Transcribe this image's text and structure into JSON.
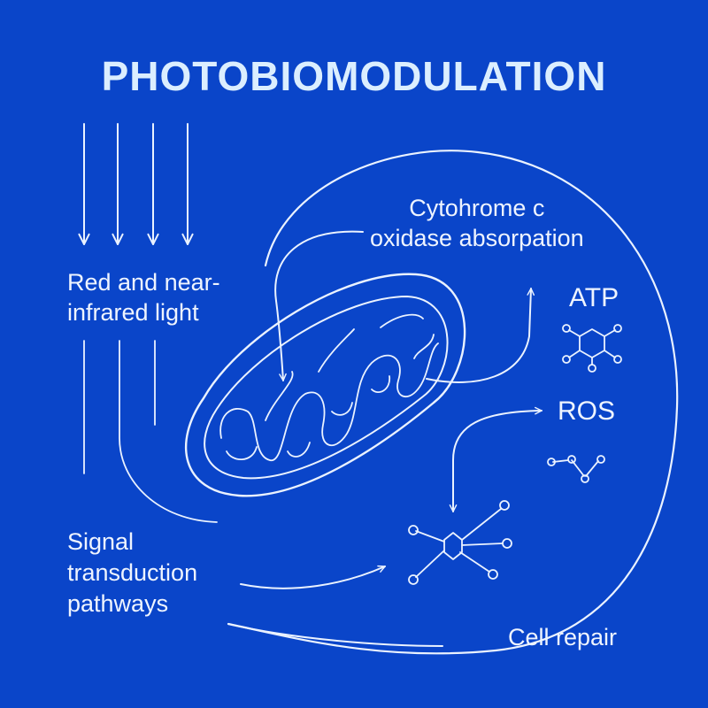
{
  "title": "PHOTOBIOMODULATION",
  "labels": {
    "light": [
      "Red and near-",
      "infrared light"
    ],
    "cytochrome": [
      "Cytohrome c",
      "oxidase absorpation"
    ],
    "atp": "ATP",
    "ros": "ROS",
    "signal": [
      "Signal",
      "transduction",
      "pathways"
    ],
    "repair": "Cell repair"
  },
  "colors": {
    "background": "#0a45c9",
    "line": "#eaf2ff",
    "title": "#dbeeff"
  },
  "icons": [
    "light-ray-arrow-icon",
    "mitochondrion-icon",
    "atp-molecule-icon",
    "ros-molecule-icon",
    "signaling-network-icon",
    "curved-arrow-icon"
  ]
}
